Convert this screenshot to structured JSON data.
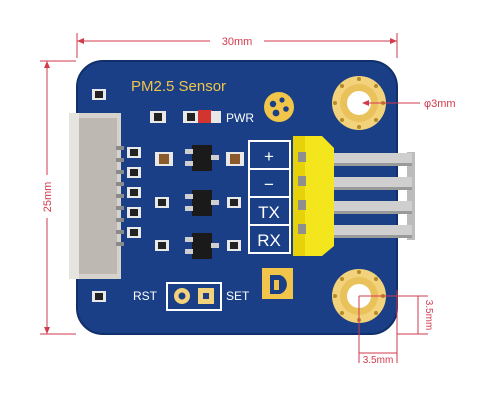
{
  "board": {
    "title": "PM2.5 Sensor",
    "pwr_label": "PWR",
    "rst_label": "RST",
    "set_label": "SET",
    "pins": [
      "+",
      "−",
      "TX",
      "RX"
    ]
  },
  "dimensions": {
    "width": "30mm",
    "height": "25mm",
    "hole_diameter": "φ3mm",
    "hole_offset_x": "3.5mm",
    "hole_offset_y": "3.5mm"
  },
  "colors": {
    "pcb": "#1a3f86",
    "silk": "#f0c54a",
    "dimension": "#d23b4c",
    "connector": "#f4e61c",
    "pad_gold": "#f2d27a"
  }
}
